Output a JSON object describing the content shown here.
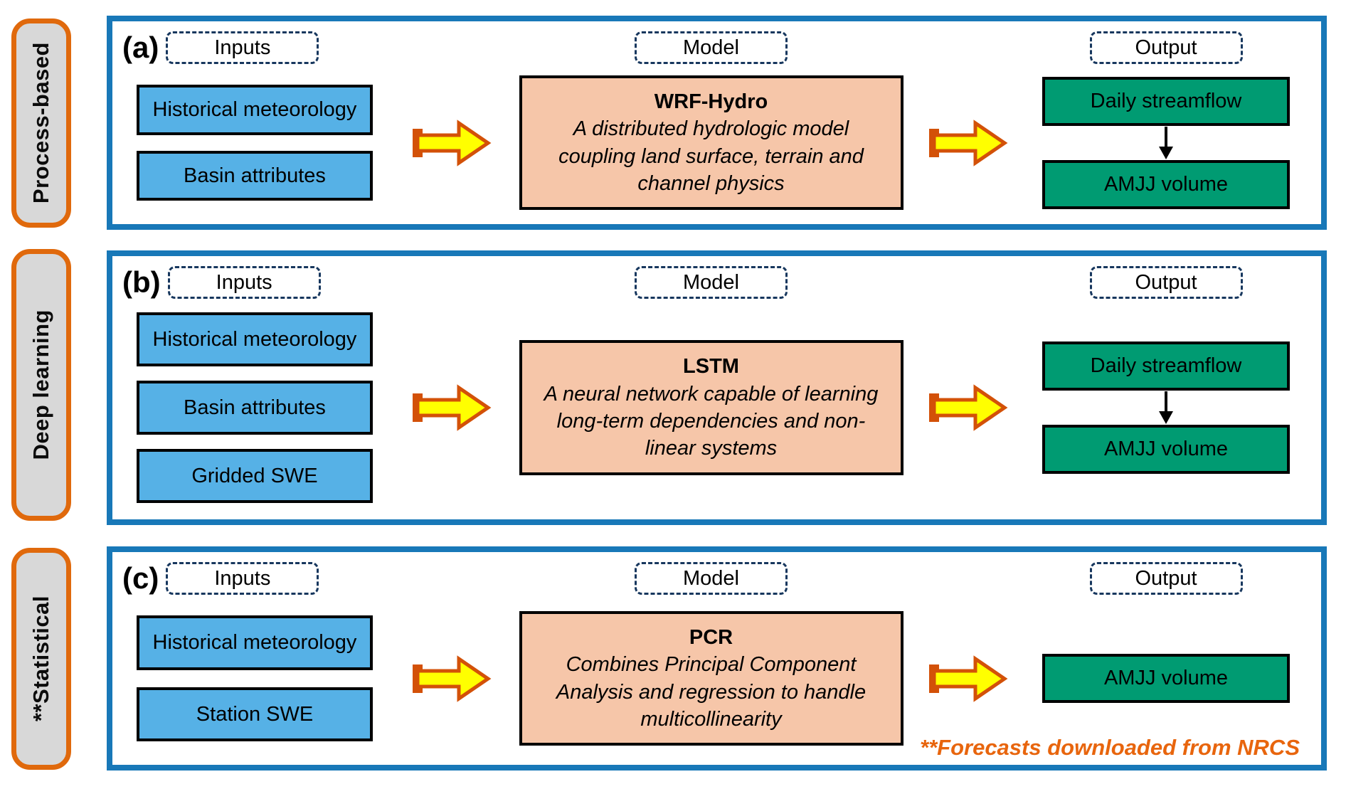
{
  "figure": {
    "footnote": "**Forecasts downloaded from NRCS"
  },
  "colors": {
    "panel_border": "#1878B8",
    "sidebar_border": "#E0690C",
    "sidebar_fill": "#D8D8D8",
    "input_box_fill": "#56B1E6",
    "model_box_fill": "#F6C6A9",
    "output_box_fill": "#009B72",
    "arrow_fill": "#FFFF00",
    "arrow_outline": "#D35108",
    "dashed_border": "#17375E",
    "footnote_color": "#E8650D"
  },
  "rows": [
    {
      "panel_letter": "(a)",
      "side_label": "Process-based",
      "headers": {
        "inputs": "Inputs",
        "model": "Model",
        "output": "Output"
      },
      "inputs": [
        "Historical meteorology",
        "Basin attributes"
      ],
      "model": {
        "name": "WRF-Hydro",
        "description": "A distributed hydrologic model coupling land surface, terrain and channel physics"
      },
      "outputs": [
        "Daily streamflow",
        "AMJJ volume"
      ]
    },
    {
      "panel_letter": "(b)",
      "side_label": "Deep learning",
      "headers": {
        "inputs": "Inputs",
        "model": "Model",
        "output": "Output"
      },
      "inputs": [
        "Historical meteorology",
        "Basin attributes",
        "Gridded SWE"
      ],
      "model": {
        "name": "LSTM",
        "description": "A neural network capable of learning long-term dependencies and non-linear systems"
      },
      "outputs": [
        "Daily streamflow",
        "AMJJ volume"
      ]
    },
    {
      "panel_letter": "(c)",
      "side_label": "**Statistical",
      "headers": {
        "inputs": "Inputs",
        "model": "Model",
        "output": "Output"
      },
      "inputs": [
        "Historical meteorology",
        "Station SWE"
      ],
      "model": {
        "name": "PCR",
        "description": "Combines Principal Component Analysis and regression to handle multicollinearity"
      },
      "outputs": [
        "AMJJ volume"
      ]
    }
  ]
}
